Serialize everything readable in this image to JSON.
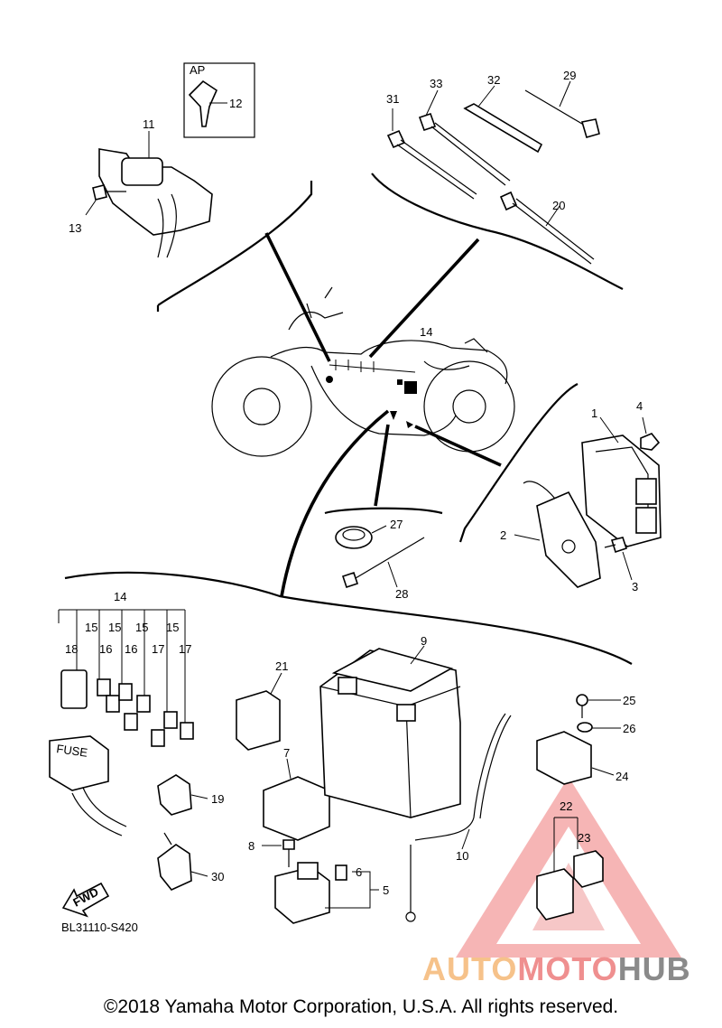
{
  "diagram": {
    "code": "BL31110-S420",
    "fwd_label": "FWD",
    "fuse_label": "FUSE",
    "ap_label": "AP",
    "copyright": "©2018 Yamaha Motor Corporation, U.S.A. All rights reserved."
  },
  "watermark": {
    "part1": "AUTO",
    "part2": "MOTO",
    "part3": "HUB"
  },
  "callouts": {
    "c1": "1",
    "c2": "2",
    "c3": "3",
    "c4": "4",
    "c5": "5",
    "c6": "6",
    "c7": "7",
    "c8": "8",
    "c9": "9",
    "c10": "10",
    "c11": "11",
    "c12": "12",
    "c13": "13",
    "c14": "14",
    "c14b": "14",
    "c15a": "15",
    "c15b": "15",
    "c15c": "15",
    "c15d": "15",
    "c16a": "16",
    "c16b": "16",
    "c17a": "17",
    "c17b": "17",
    "c18": "18",
    "c19": "19",
    "c20": "20",
    "c21": "21",
    "c22": "22",
    "c23": "23",
    "c24": "24",
    "c25": "25",
    "c26": "26",
    "c27": "27",
    "c28": "28",
    "c29": "29",
    "c30": "30",
    "c31": "31",
    "c32": "32",
    "c33": "33"
  },
  "colors": {
    "line": "#000000",
    "watermark_red": "#e03b3b",
    "watermark_orange": "#f0a050",
    "watermark_gray": "#7a7a7a"
  }
}
